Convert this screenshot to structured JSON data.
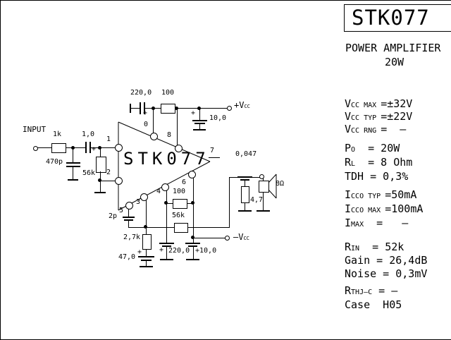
{
  "header": {
    "title": "STK077",
    "subtitle": "POWER AMPLIFIER",
    "power": "20W"
  },
  "specs": [
    {
      "pre": "V",
      "sub": "CC MAX ",
      "rest": "=±32V"
    },
    {
      "pre": "V",
      "sub": "CC TYP ",
      "rest": "=±22V"
    },
    {
      "pre": "V",
      "sub": "CC RNG ",
      "rest": "=  –"
    },
    {
      "pre": "P",
      "sub": "O",
      "rest": "  = 20W"
    },
    {
      "pre": "R",
      "sub": "L",
      "rest": "  = 8 Ohm"
    },
    {
      "pre": "TDH",
      "sub": "",
      "rest": " = 0,3%"
    },
    {
      "pre": "I",
      "sub": "CCO TYP ",
      "rest": "=50mA"
    },
    {
      "pre": "I",
      "sub": "CCO MAX ",
      "rest": "=100mA"
    },
    {
      "pre": "I",
      "sub": "MAX",
      "rest": "  =   –"
    },
    {
      "pre": "R",
      "sub": "IN",
      "rest": "  = 52k"
    },
    {
      "pre": "Gain",
      "sub": "",
      "rest": " = 26,4dB"
    },
    {
      "pre": "Noise",
      "sub": "",
      "rest": " = 0,3mV"
    },
    {
      "pre": "R",
      "sub": "THJ–C",
      "rest": " = –"
    },
    {
      "pre": "Case",
      "sub": "",
      "rest": "  H05"
    }
  ],
  "labels": {
    "input": "INPUT",
    "r_in": "1k",
    "c_in": "1,0",
    "c_filter": "470p",
    "r_bias": "56k",
    "c_boot": "220,0",
    "r_supply_top": "100",
    "c_dec_top": "10,0",
    "ic": "STK077",
    "c_zobel": "0,047",
    "r_zobel": "4,7",
    "speaker": "8Ω",
    "c_comp": "2p",
    "r_fb_gnd": "2,7k",
    "c_fb": "47,0",
    "r_filter_bot": "100",
    "r_fb": "56k",
    "c_dec_bot": "220,0",
    "c_dec_bot2": "+10,0",
    "plus": "+"
  },
  "pins": {
    "p0": "0",
    "p1": "1",
    "p2": "2",
    "p3": "3",
    "p4": "4",
    "p5": "5",
    "p6": "6",
    "p7": "7",
    "p8": "8"
  },
  "terminals": {
    "vcc_plus": "+V",
    "vcc_minus": "–V",
    "vcc_sub": "CC"
  }
}
